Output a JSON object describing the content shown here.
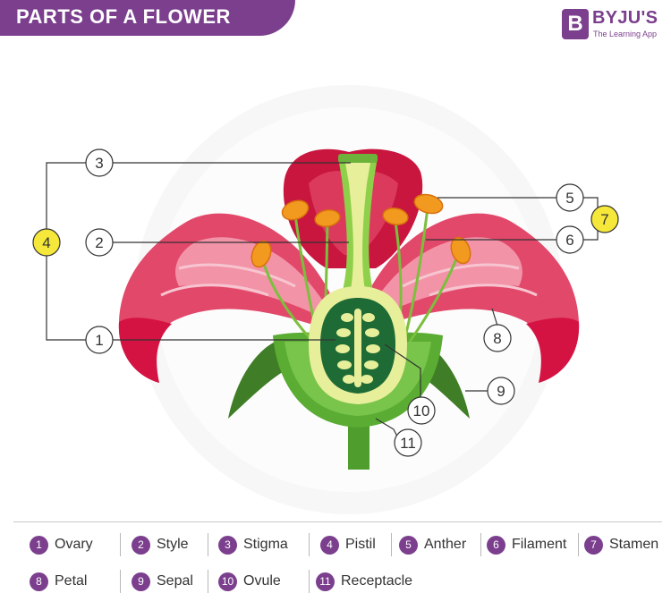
{
  "title": "PARTS OF A FLOWER",
  "logo": {
    "letter": "B",
    "name": "BYJU'S",
    "tagline": "The Learning App"
  },
  "callouts": [
    "1",
    "2",
    "3",
    "4",
    "5",
    "6",
    "7",
    "8",
    "9",
    "10",
    "11"
  ],
  "legend": [
    {
      "num": "1",
      "label": "Ovary"
    },
    {
      "num": "2",
      "label": "Style"
    },
    {
      "num": "3",
      "label": "Stigma"
    },
    {
      "num": "4",
      "label": "Pistil"
    },
    {
      "num": "5",
      "label": "Anther"
    },
    {
      "num": "6",
      "label": "Filament"
    },
    {
      "num": "7",
      "label": "Stamen"
    },
    {
      "num": "8",
      "label": "Petal"
    },
    {
      "num": "9",
      "label": "Sepal"
    },
    {
      "num": "10",
      "label": "Ovule"
    },
    {
      "num": "11",
      "label": "Receptacle"
    }
  ],
  "colors": {
    "brand": "#7b3f8e",
    "highlight_callout": "#f5e83a",
    "petal_dark": "#d81b4a",
    "petal_light": "#f4879c",
    "stem": "#4f9d2d",
    "ovary": "#1f6b36"
  }
}
